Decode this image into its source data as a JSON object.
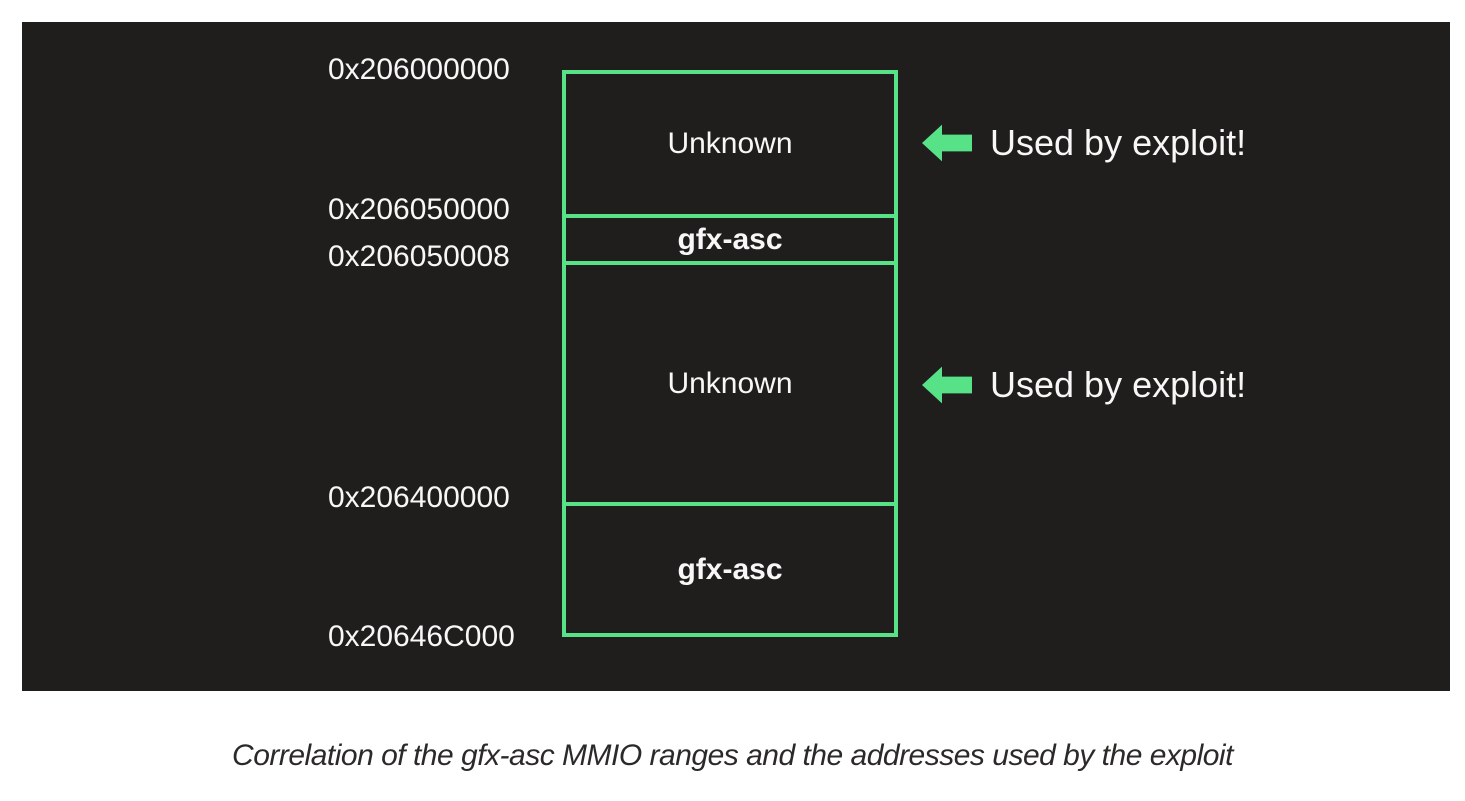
{
  "theme": {
    "background": "#ffffff",
    "panel": "#1f1e1c",
    "accent_green": "#58e287",
    "text_light": "#f7f7f7",
    "caption_color": "#2b2a28"
  },
  "diagram": {
    "addresses": [
      "0x206000000",
      "0x206050000",
      "0x206050008",
      "0x206400000",
      "0x20646C000"
    ],
    "segments": [
      {
        "label": "Unknown",
        "bold": false
      },
      {
        "label": "gfx-asc",
        "bold": true
      },
      {
        "label": "Unknown",
        "bold": false
      },
      {
        "label": "gfx-asc",
        "bold": true
      }
    ],
    "annotations": [
      {
        "icon": "left-arrow-icon",
        "label": "Used by exploit!"
      },
      {
        "icon": "left-arrow-icon",
        "label": "Used by exploit!"
      }
    ]
  },
  "caption": {
    "text": "Correlation of the gfx-asc MMIO ranges and the addresses used by the exploit"
  }
}
